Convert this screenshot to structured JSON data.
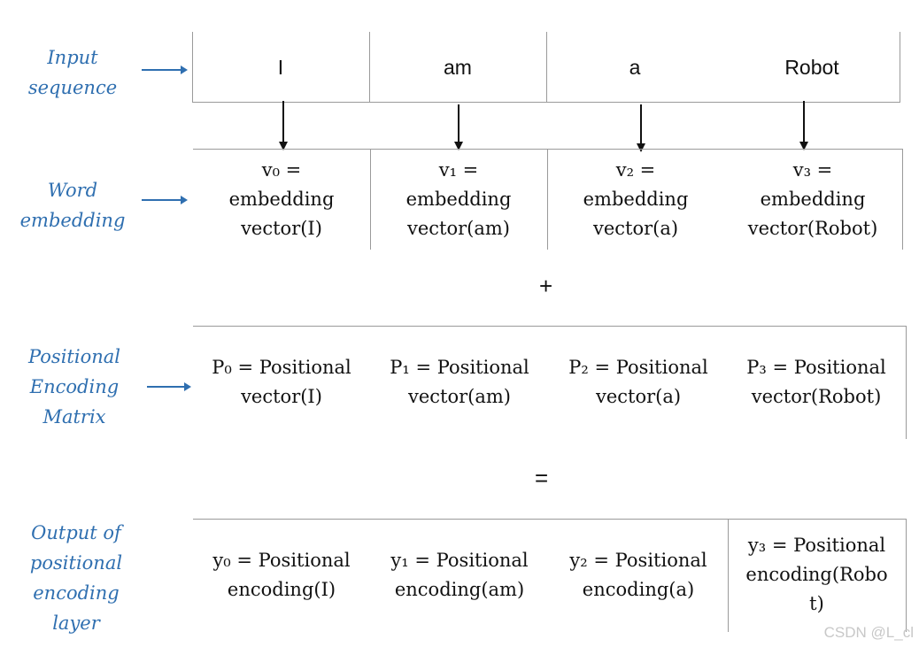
{
  "labels": {
    "input": [
      "Input",
      "sequence"
    ],
    "word": [
      "Word",
      "embedding"
    ],
    "positional": [
      "Positional",
      "Encoding",
      "Matrix"
    ],
    "output": [
      "Output of",
      "positional",
      "encoding",
      "layer"
    ]
  },
  "input_tokens": [
    "I",
    "am",
    "a",
    "Robot"
  ],
  "embeddings": [
    [
      "v₀ =",
      "embedding",
      "vector(I)"
    ],
    [
      "v₁ =",
      "embedding",
      "vector(am)"
    ],
    [
      "v₂ =",
      "embedding",
      "vector(a)"
    ],
    [
      "v₃ =",
      "embedding",
      "vector(Robot)"
    ]
  ],
  "plus": "+",
  "positional_vectors": [
    [
      "P₀ = Positional",
      "vector(I)"
    ],
    [
      "P₁ = Positional",
      "vector(am)"
    ],
    [
      "P₂ = Positional",
      "vector(a)"
    ],
    [
      "P₃ = Positional",
      "vector(Robot)"
    ]
  ],
  "equals": "=",
  "outputs": [
    [
      "y₀ = Positional",
      "encoding(I)"
    ],
    [
      "y₁ = Positional",
      "encoding(am)"
    ],
    [
      "y₂ = Positional",
      "encoding(a)"
    ],
    [
      "y₃ = Positional",
      "encoding(Robo",
      "t)"
    ]
  ],
  "watermark": "CSDN @L_cl",
  "colors": {
    "label": "#2f6fb0",
    "arrow": "#2f6fb0",
    "text": "#111111",
    "border": "#9a9a9a"
  }
}
